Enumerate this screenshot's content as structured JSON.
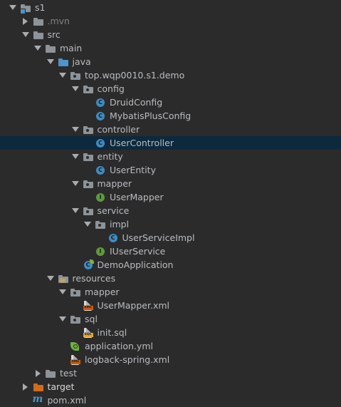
{
  "project_tree": {
    "items": [
      {
        "label": "s1",
        "expander": "down",
        "icon": "module-folder-icon",
        "level": 0
      },
      {
        "label": ".mvn",
        "expander": "right",
        "icon": "folder-icon",
        "level": 1,
        "dim": true
      },
      {
        "label": "src",
        "expander": "down",
        "icon": "folder-icon",
        "level": 1
      },
      {
        "label": "main",
        "expander": "down",
        "icon": "folder-icon",
        "level": 2
      },
      {
        "label": "java",
        "expander": "down",
        "icon": "source-folder-icon",
        "level": 3
      },
      {
        "label": "top.wqp0010.s1.demo",
        "expander": "down",
        "icon": "package-icon",
        "level": 4
      },
      {
        "label": "config",
        "expander": "down",
        "icon": "package-icon",
        "level": 5
      },
      {
        "label": "DruidConfig",
        "expander": "none",
        "icon": "class-icon",
        "level": 6
      },
      {
        "label": "MybatisPlusConfig",
        "expander": "none",
        "icon": "class-icon",
        "level": 6
      },
      {
        "label": "controller",
        "expander": "down",
        "icon": "package-icon",
        "level": 5
      },
      {
        "label": "UserController",
        "expander": "none",
        "icon": "class-icon",
        "level": 6,
        "selected": true
      },
      {
        "label": "entity",
        "expander": "down",
        "icon": "package-icon",
        "level": 5
      },
      {
        "label": "UserEntity",
        "expander": "none",
        "icon": "class-icon",
        "level": 6
      },
      {
        "label": "mapper",
        "expander": "down",
        "icon": "package-icon",
        "level": 5
      },
      {
        "label": "UserMapper",
        "expander": "none",
        "icon": "interface-icon",
        "level": 6
      },
      {
        "label": "service",
        "expander": "down",
        "icon": "package-icon",
        "level": 5
      },
      {
        "label": "impl",
        "expander": "down",
        "icon": "package-icon",
        "level": 6
      },
      {
        "label": "UserServiceImpl",
        "expander": "none",
        "icon": "class-icon",
        "level": 7
      },
      {
        "label": "IUserService",
        "expander": "none",
        "icon": "interface-icon",
        "level": 6
      },
      {
        "label": "DemoApplication",
        "expander": "none",
        "icon": "spring-boot-class-icon",
        "level": 5
      },
      {
        "label": "resources",
        "expander": "down",
        "icon": "resources-folder-icon",
        "level": 3
      },
      {
        "label": "mapper",
        "expander": "down",
        "icon": "package-icon",
        "level": 4
      },
      {
        "label": "UserMapper.xml",
        "expander": "none",
        "icon": "xml-file-icon",
        "level": 5
      },
      {
        "label": "sql",
        "expander": "down",
        "icon": "package-icon",
        "level": 4
      },
      {
        "label": "init.sql",
        "expander": "none",
        "icon": "sql-file-icon",
        "level": 5
      },
      {
        "label": "application.yml",
        "expander": "none",
        "icon": "spring-yml-icon",
        "level": 4
      },
      {
        "label": "logback-spring.xml",
        "expander": "none",
        "icon": "xml-file-icon",
        "level": 4
      },
      {
        "label": "test",
        "expander": "right",
        "icon": "folder-icon",
        "level": 2
      },
      {
        "label": "target",
        "expander": "right",
        "icon": "excluded-folder-icon",
        "level": 1,
        "highlight": true
      },
      {
        "label": "pom.xml",
        "expander": "none",
        "icon": "maven-pom-icon",
        "level": 1
      }
    ]
  },
  "colors": {
    "background": "#2b2b2b",
    "selection": "#0d293e",
    "text": "#b9bcc0",
    "class_icon": "#3e8cc2",
    "interface_icon": "#5e9b3a",
    "excluded_folder": "#d06c1a"
  }
}
